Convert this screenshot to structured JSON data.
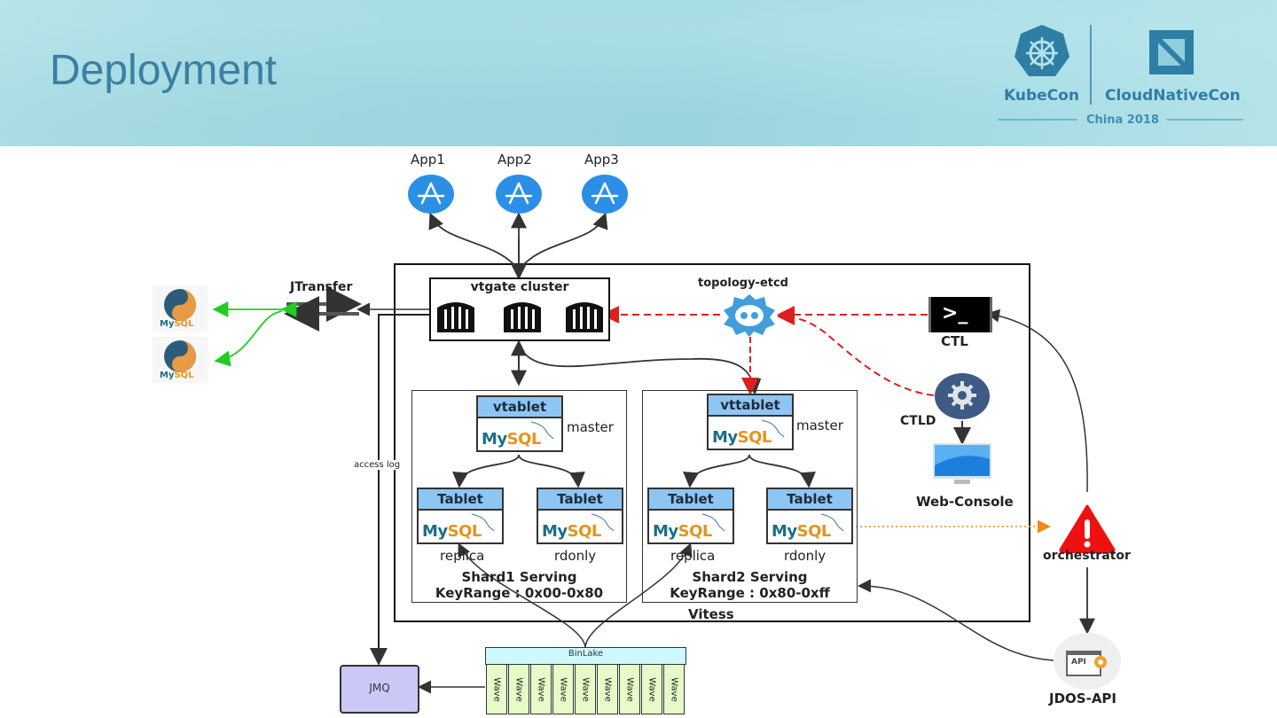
{
  "slide": {
    "title": "Deployment",
    "logos": {
      "left": "KubeCon",
      "right": "CloudNativeCon",
      "subtitle": "China 2018"
    }
  },
  "apps": [
    {
      "label": "App1",
      "icon": "app-store-icon"
    },
    {
      "label": "App2",
      "icon": "app-store-icon"
    },
    {
      "label": "App3",
      "icon": "app-store-icon"
    }
  ],
  "external_mysql": {
    "count": 2,
    "label": "MySQL",
    "icon": "mysql-icon"
  },
  "jtransfer": {
    "label": "JTransfer"
  },
  "access_log": {
    "label": "access log"
  },
  "vitess": {
    "label": "Vitess",
    "vtgate": {
      "label": "vtgate cluster",
      "icon": "gate-icon",
      "count": 3
    },
    "topology": {
      "label": "topology-etcd",
      "icon": "etcd-robot-icon"
    },
    "ctl": {
      "label": "CTL",
      "glyph": ">_",
      "icon": "terminal-icon"
    },
    "ctld": {
      "label": "CTLD",
      "icon": "gear-icon"
    },
    "web_console": {
      "label": "Web-Console",
      "icon": "monitor-icon"
    },
    "shards": [
      {
        "title": "Shard1 Serving",
        "key_range": "KeyRange : 0x00-0x80",
        "master": {
          "header": "vtablet",
          "role": "master"
        },
        "tablets": [
          {
            "header": "Tablet",
            "role": "replica"
          },
          {
            "header": "Tablet",
            "role": "rdonly"
          }
        ]
      },
      {
        "title": "Shard2 Serving",
        "key_range": "KeyRange : 0x80-0xff",
        "master": {
          "header": "vttablet",
          "role": "master"
        },
        "tablets": [
          {
            "header": "Tablet",
            "role": "replica"
          },
          {
            "header": "Tablet",
            "role": "rdonly"
          }
        ]
      }
    ]
  },
  "mysql_logo": {
    "my": "My",
    "sql": "SQL"
  },
  "orchestrator": {
    "label": "orchestrator",
    "icon": "warning-icon"
  },
  "jdos_api": {
    "label": "JDOS-API",
    "badge": "API",
    "icon": "api-gear-icon"
  },
  "jmq": {
    "label": "JMQ"
  },
  "binlake": {
    "label": "BinLake",
    "waves": [
      "Wave",
      "Wave",
      "Wave",
      "Wave",
      "Wave",
      "Wave",
      "Wave",
      "Wave",
      "Wave"
    ]
  },
  "colors": {
    "title": "#3a80a4",
    "app_blue": "#2b8fe6",
    "etcd_blue": "#419eda",
    "topology_arrow": "#dd1f1f",
    "jtransfer_arrow": "#22cc22",
    "orchestrator_red": "#ee1111",
    "tablet_header": "#8ec5f2",
    "wave_fill": "#e6fbc8",
    "binlake_fill": "#ccfaff",
    "jmq_fill": "#cac8f7",
    "ctld_fill": "#3e5a85"
  }
}
